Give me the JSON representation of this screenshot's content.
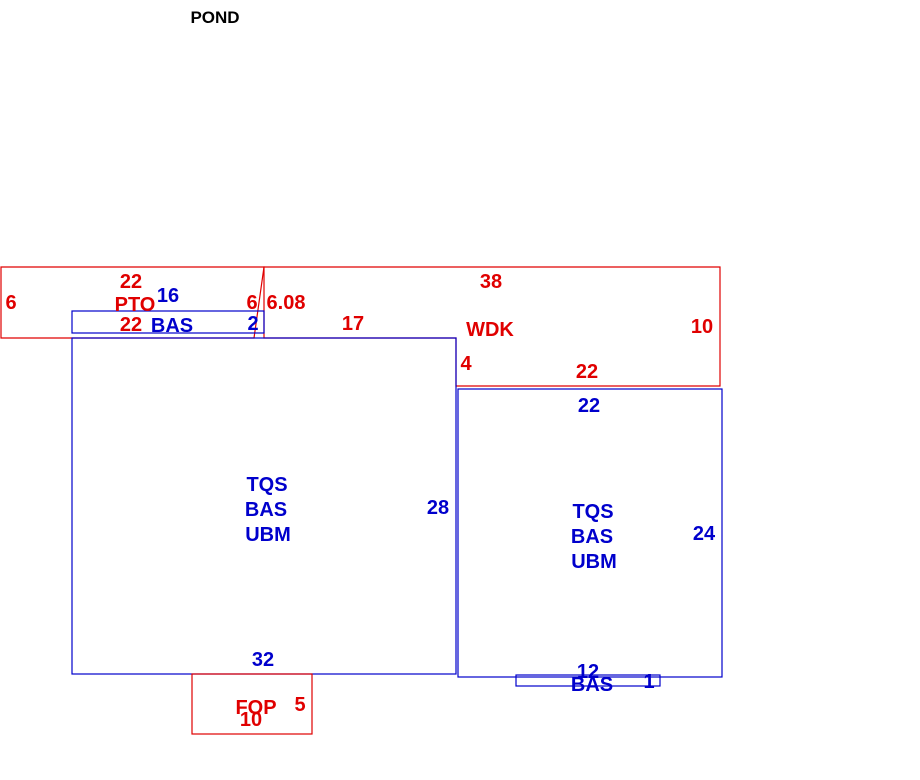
{
  "header": {
    "title": "POND"
  },
  "colors": {
    "red": "#e00000",
    "blue": "#0000cc",
    "black": "#000000"
  },
  "pto": {
    "code": "PTO",
    "dim_top": "22",
    "dim_left": "6",
    "dim_right": "6",
    "dim_bottom": "22"
  },
  "wdk": {
    "code": "WDK",
    "dim_top": "38",
    "dim_right": "10",
    "dim_bottom": "22",
    "dim_left": "4",
    "dim_diag": "6.08",
    "dim_step": "17"
  },
  "bas_small_top": {
    "code": "BAS",
    "dim_top": "16",
    "dim_right": "2"
  },
  "main_left": {
    "codes": [
      "TQS",
      "BAS",
      "UBM"
    ],
    "dim_right": "28",
    "dim_bottom": "32"
  },
  "main_right": {
    "codes": [
      "TQS",
      "BAS",
      "UBM"
    ],
    "dim_top": "22",
    "dim_right": "24"
  },
  "bas_small_bottom": {
    "code": "BAS",
    "dim_top": "12",
    "dim_right": "1"
  },
  "fop": {
    "code": "FOP",
    "dim_right": "5",
    "dim_bottom": "10"
  }
}
